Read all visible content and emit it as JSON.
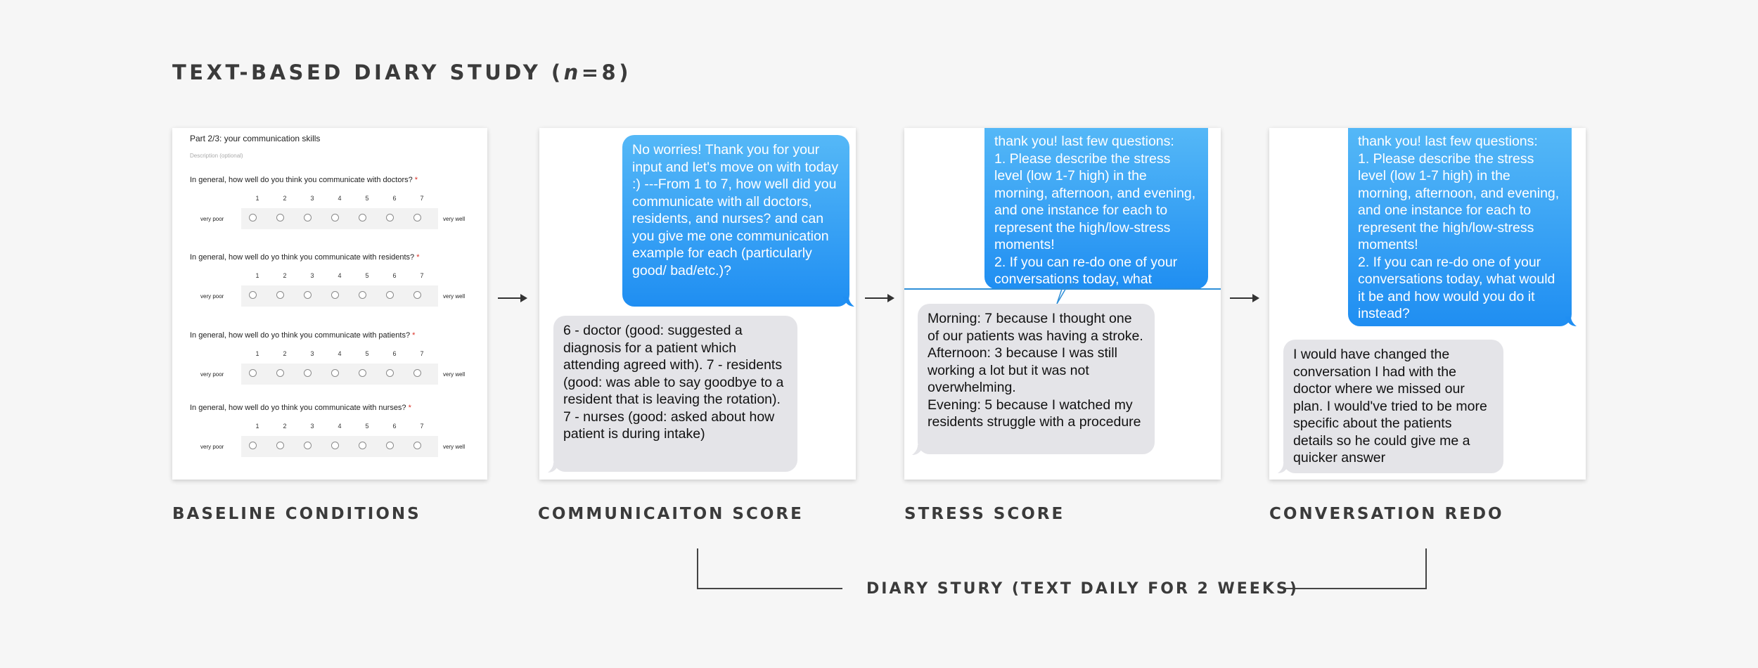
{
  "title": {
    "prefix": "TEXT-BASED DIARY STUDY (",
    "n": "n",
    "suffix": "=8)"
  },
  "labels": {
    "baseline": "BASELINE CONDITIONS",
    "communication": "COMMUNICAITON SCORE",
    "stress": "STRESS SCORE",
    "redo": "CONVERSATION REDO"
  },
  "bracket_text": "DIARY STURY (TEXT DAILY FOR 2 WEEKS)",
  "form": {
    "part": "Part 2/3: your communication skills",
    "description": "Description (optional)",
    "questions": [
      {
        "text": "In general, how well do you think you communicate with doctors?",
        "req": "*"
      },
      {
        "text": "In general, how well do yo think you communicate with residents?",
        "req": "*"
      },
      {
        "text": "In general, how well do yo think you communicate with patients?",
        "req": "*"
      },
      {
        "text": "In general, how well do yo think you communicate with nurses?",
        "req": "*"
      }
    ],
    "scale": [
      "1",
      "2",
      "3",
      "4",
      "5",
      "6",
      "7"
    ],
    "low_label": "very poor",
    "high_label": "very well"
  },
  "chat2": {
    "blue": "No worries! Thank you for your input and let's move on with today :) ---From 1 to 7, how well did you communicate with all doctors, residents, and nurses? and can you give me one communication example for each (particularly good/ bad/etc.)?",
    "gray": "6 - doctor (good: suggested a diagnosis for a patient which attending agreed with). 7 - residents (good: was able to say goodbye to a resident that is leaving the rotation). 7 - nurses (good: asked about how patient is during intake)"
  },
  "chat3": {
    "blue": "thank you! last few questions:\n1. Please describe the stress level (low 1-7 high) in the morning, afternoon, and evening, and one instance for each to represent the high/low-stress moments!\n2. If you can re-do one of your conversations today, what",
    "gray": "Morning: 7 because I thought one of our patients was having a stroke. Afternoon: 3 because I was still working a lot but it was not overwhelming.\nEvening: 5 because I watched my residents struggle with a procedure"
  },
  "chat4": {
    "blue": "thank you! last few questions:\n1. Please describe the stress level (low 1-7 high) in the morning, afternoon, and evening, and one instance for each to represent the high/low-stress moments!\n2. If you can re-do one of your conversations today, what would it be and how would you do it instead?",
    "gray": "I would have changed the conversation I had with the doctor where we missed our plan. I would've tried to be more specific about the patients details so he could give me a quicker answer"
  },
  "colors": {
    "blue_top": "#55b8f7",
    "blue_bottom": "#1f8ef2",
    "gray_bubble": "#e4e4e8",
    "text_dark": "#3b3b3b"
  }
}
